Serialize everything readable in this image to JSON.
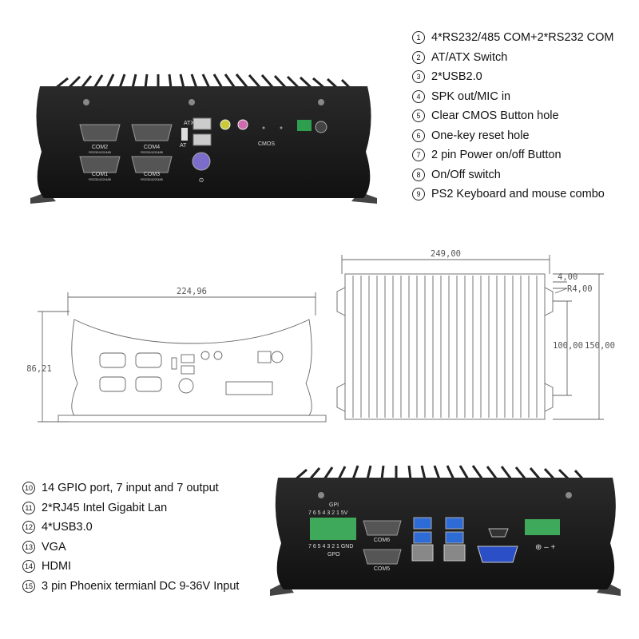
{
  "front_panel": {
    "port_labels": {
      "com2": "COM2",
      "com2_sub": "RS232/422/485",
      "com4": "COM4",
      "com4_sub": "RS232/422/485",
      "com1": "COM1",
      "com1_sub": "RS232/422/485",
      "com3": "COM3",
      "com3_sub": "RS232/422/485",
      "atx": "ATX",
      "at": "AT",
      "cmos": "CMOS"
    },
    "features": [
      {
        "num": "1",
        "text": "4*RS232/485 COM+2*RS232 COM"
      },
      {
        "num": "2",
        "text": "AT/ATX Switch"
      },
      {
        "num": "3",
        "text": "2*USB2.0"
      },
      {
        "num": "4",
        "text": "SPK out/MIC in"
      },
      {
        "num": "5",
        "text": "Clear CMOS Button hole"
      },
      {
        "num": "6",
        "text": "One-key reset hole"
      },
      {
        "num": "7",
        "text": "2 pin Power on/off Button"
      },
      {
        "num": "8",
        "text": "On/Off switch"
      },
      {
        "num": "9",
        "text": "PS2 Keyboard and mouse combo"
      }
    ]
  },
  "dimensions": {
    "front_width": "224,96",
    "front_height": "86,21",
    "top_width": "249,00",
    "offset": "4,00",
    "radius": "R4,00",
    "hole_spacing": "100,00",
    "depth": "150,00"
  },
  "rear_panel": {
    "port_labels": {
      "gpi": "GPI",
      "gpi_pins": "7 6 5 4 3 2 1 5V",
      "gpo": "GPO",
      "gpo_pins": "7 6 5 4 3 2 1 GND",
      "com6": "COM6",
      "com5": "COM5",
      "power_pins": "⊕ – +"
    },
    "features": [
      {
        "num": "10",
        "text": "14 GPIO port, 7 input and 7 output"
      },
      {
        "num": "11",
        "text": "2*RJ45 Intel Gigabit Lan"
      },
      {
        "num": "12",
        "text": "4*USB3.0"
      },
      {
        "num": "13",
        "text": "VGA"
      },
      {
        "num": "14",
        "text": "HDMI"
      },
      {
        "num": "15",
        "text": "3 pin Phoenix termianl DC 9-36V Input"
      }
    ]
  }
}
